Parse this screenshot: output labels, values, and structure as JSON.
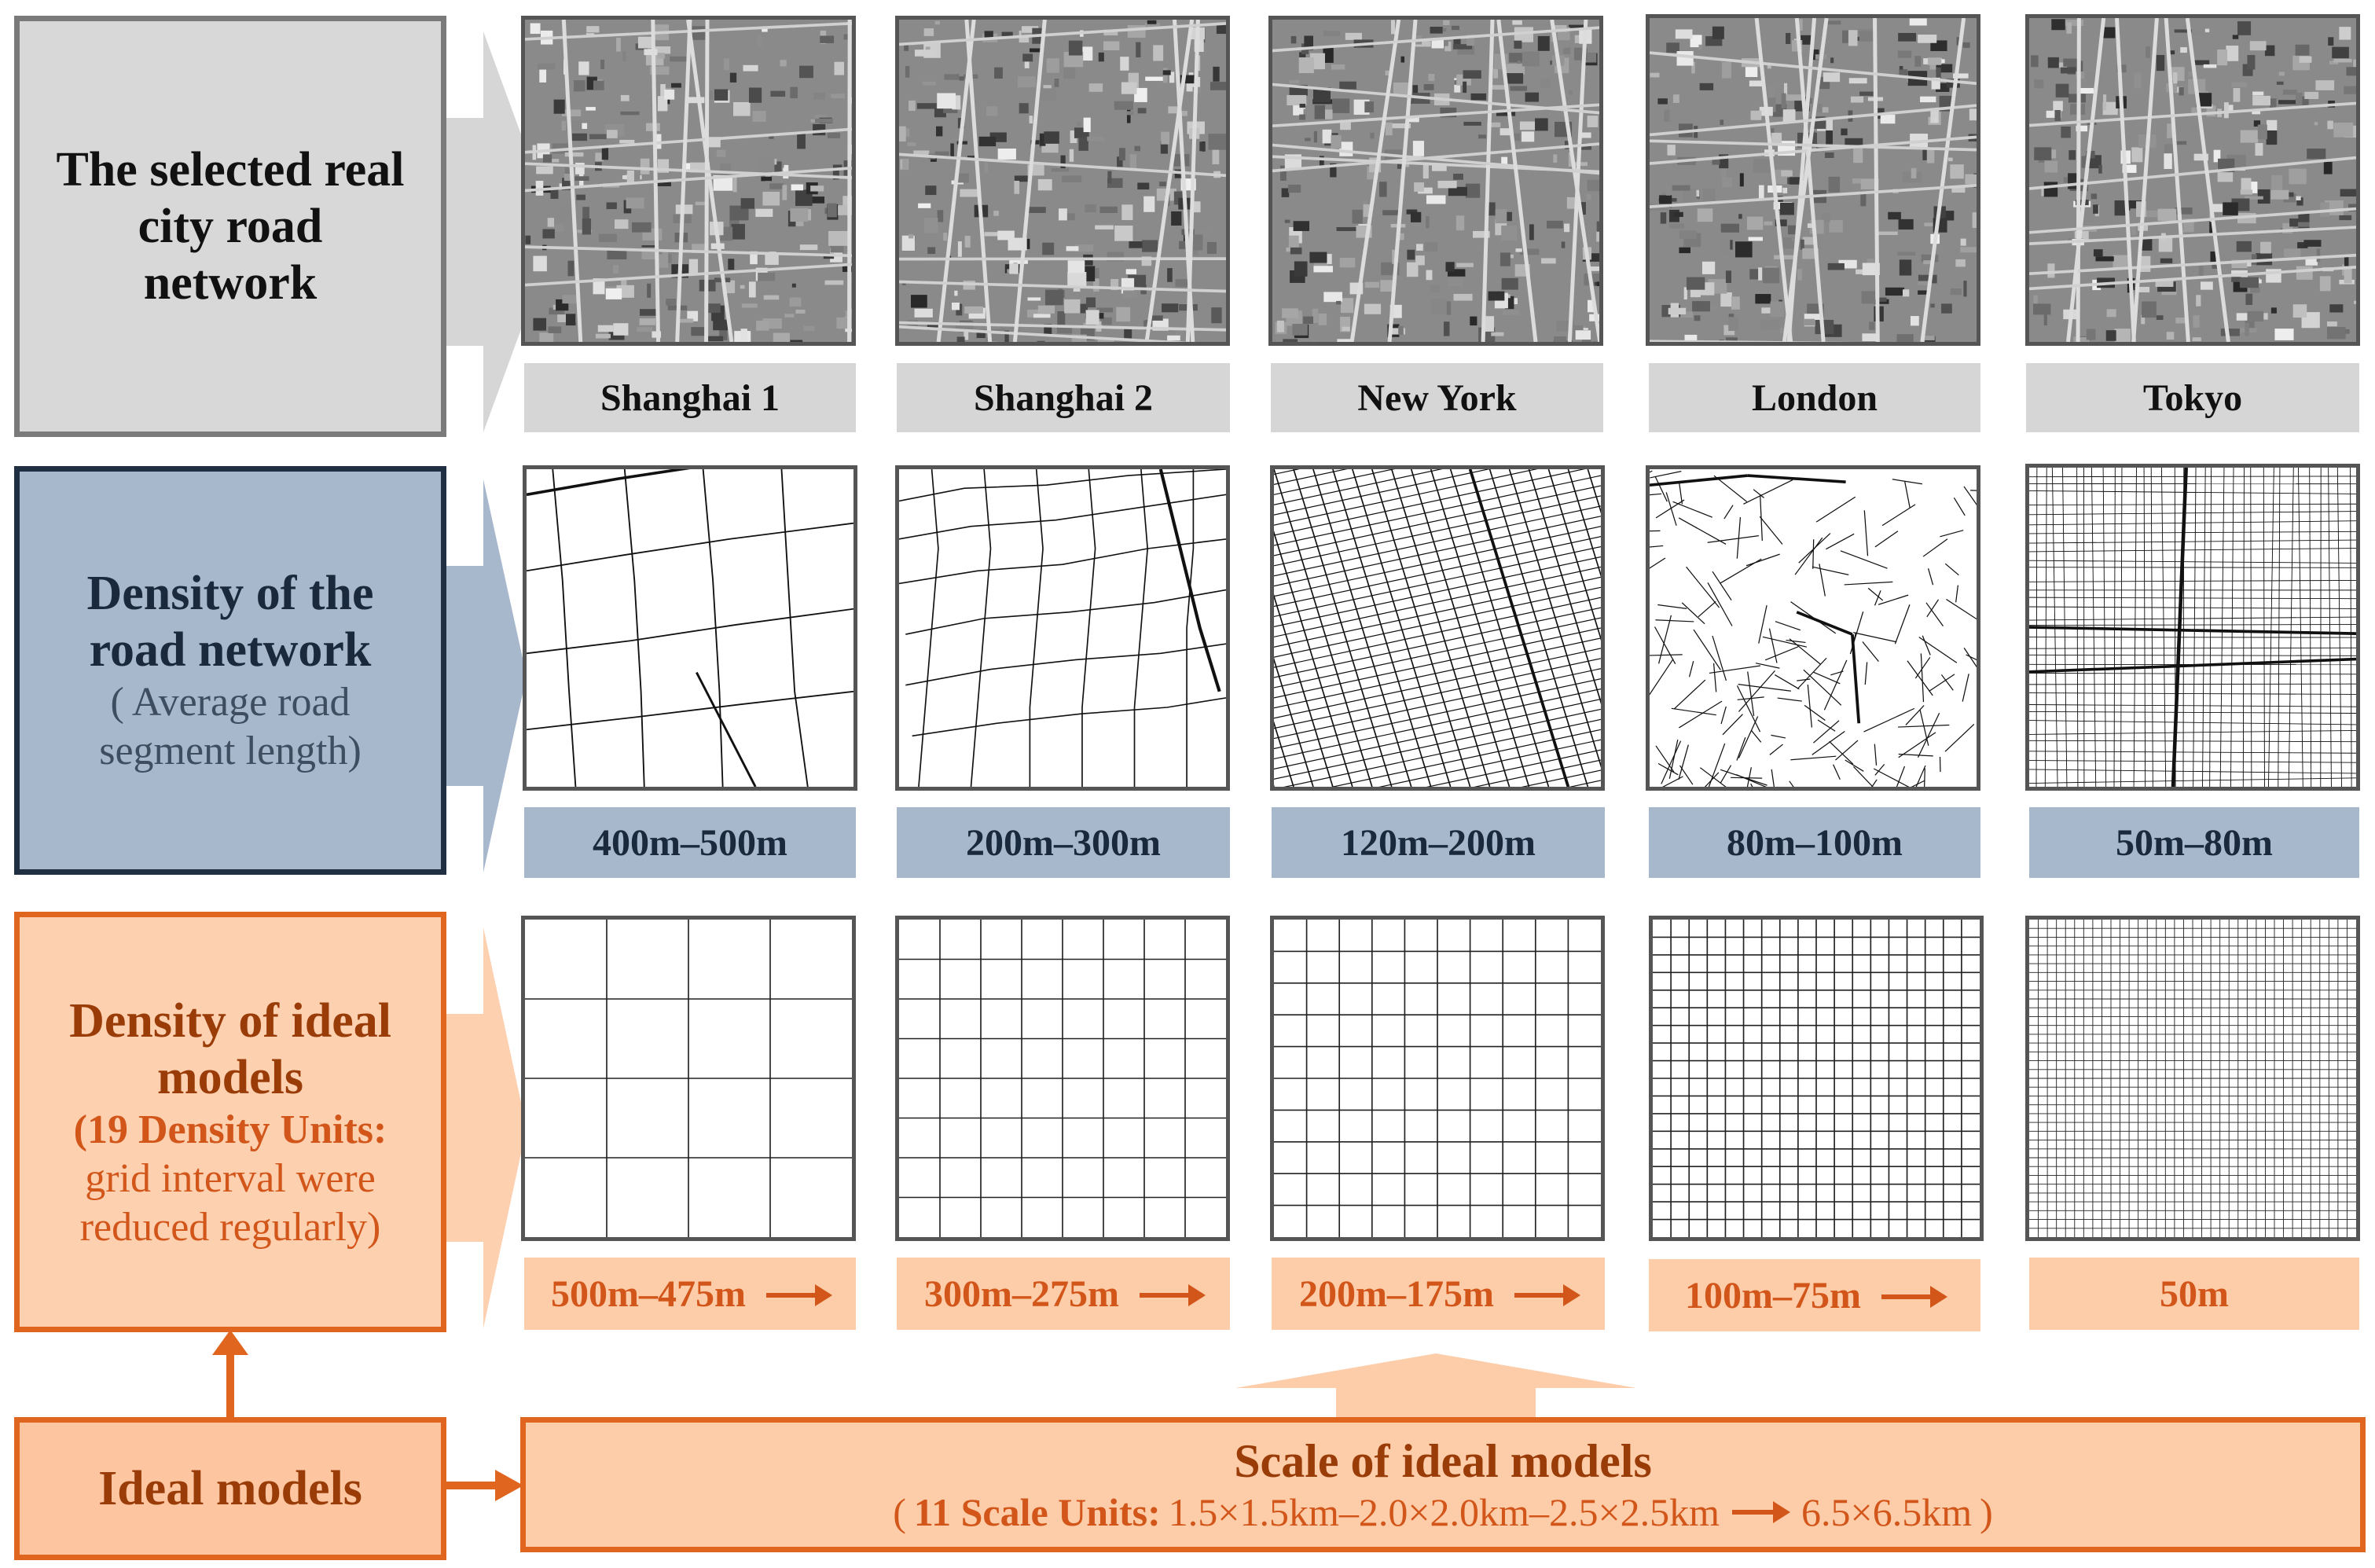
{
  "rows": {
    "real": {
      "label": "The selected real city road network",
      "line1": "The selected real",
      "line2": "city road",
      "line3": "network"
    },
    "density": {
      "line1": "Density of the",
      "line2": "road network",
      "sub1": "( Average road",
      "sub2": "segment length)"
    },
    "ideal_density": {
      "line1": "Density of ideal",
      "line2": "models",
      "sub_bold": "(19 Density Units:",
      "sub2": "grid interval were",
      "sub3": "reduced regularly)"
    }
  },
  "cities": [
    "Shanghai 1",
    "Shanghai 2",
    "New York",
    "London",
    "Tokyo"
  ],
  "segment_lengths": [
    "400m–500m",
    "200m–300m",
    "120m–200m",
    "80m–100m",
    "50m–80m"
  ],
  "grid_intervals": [
    "500m–475m",
    "300m–275m",
    "200m–175m",
    "100m–75m",
    "50m"
  ],
  "grid_divisions": [
    4,
    8,
    10,
    18,
    36
  ],
  "ideal_models": {
    "label": "Ideal models"
  },
  "scale": {
    "title": "Scale of ideal models",
    "open": "(",
    "units_bold": "11 Scale Units:",
    "range": "1.5×1.5km–2.0×2.0km–2.5×2.5km",
    "end": "6.5×6.5km",
    "close": ")"
  },
  "colors": {
    "gray_row": "#d8d8d8",
    "navy_row": "#a8b8cc",
    "navy_border": "#203042",
    "orange_row": "#fdd0b0",
    "orange_accent": "#e0651e",
    "orange_text": "#9a3c08"
  }
}
